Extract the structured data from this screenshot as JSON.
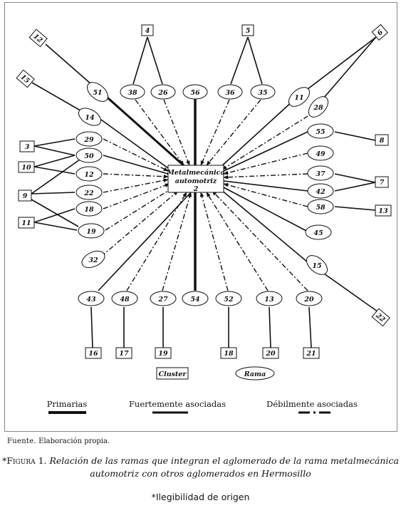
{
  "center": {
    "line1": "Metalmecánica",
    "line2": "automotriz",
    "line3": "2"
  },
  "squares": [
    {
      "id": "sq-4",
      "label": "4"
    },
    {
      "id": "sq-5",
      "label": "5"
    },
    {
      "id": "sq-12",
      "label": "12"
    },
    {
      "id": "sq-6",
      "label": "6"
    },
    {
      "id": "sq-15",
      "label": "15"
    },
    {
      "id": "sq-3",
      "label": "3"
    },
    {
      "id": "sq-10",
      "label": "10"
    },
    {
      "id": "sq-9",
      "label": "9"
    },
    {
      "id": "sq-11",
      "label": "11"
    },
    {
      "id": "sq-8",
      "label": "8"
    },
    {
      "id": "sq-7",
      "label": "7"
    },
    {
      "id": "sq-13",
      "label": "13"
    },
    {
      "id": "sq-22",
      "label": "22"
    },
    {
      "id": "sq-16",
      "label": "16"
    },
    {
      "id": "sq-17",
      "label": "17"
    },
    {
      "id": "sq-19",
      "label": "19"
    },
    {
      "id": "sq-18",
      "label": "18"
    },
    {
      "id": "sq-20",
      "label": "20"
    },
    {
      "id": "sq-21",
      "label": "21"
    }
  ],
  "ellipses": [
    {
      "id": "el-51",
      "label": "51"
    },
    {
      "id": "el-38",
      "label": "38"
    },
    {
      "id": "el-26",
      "label": "26"
    },
    {
      "id": "el-56",
      "label": "56"
    },
    {
      "id": "el-36",
      "label": "36"
    },
    {
      "id": "el-35",
      "label": "35"
    },
    {
      "id": "el-11",
      "label": "11"
    },
    {
      "id": "el-28",
      "label": "28"
    },
    {
      "id": "el-14",
      "label": "14"
    },
    {
      "id": "el-55",
      "label": "55"
    },
    {
      "id": "el-29",
      "label": "29"
    },
    {
      "id": "el-50",
      "label": "50"
    },
    {
      "id": "el-49",
      "label": "49"
    },
    {
      "id": "el-12",
      "label": "12"
    },
    {
      "id": "el-37",
      "label": "37"
    },
    {
      "id": "el-22",
      "label": "22"
    },
    {
      "id": "el-42",
      "label": "42"
    },
    {
      "id": "el-18",
      "label": "18"
    },
    {
      "id": "el-58",
      "label": "58"
    },
    {
      "id": "el-19",
      "label": "19"
    },
    {
      "id": "el-45",
      "label": "45"
    },
    {
      "id": "el-32",
      "label": "32"
    },
    {
      "id": "el-15",
      "label": "15"
    },
    {
      "id": "el-43",
      "label": "43"
    },
    {
      "id": "el-48",
      "label": "48"
    },
    {
      "id": "el-27",
      "label": "27"
    },
    {
      "id": "el-54",
      "label": "54"
    },
    {
      "id": "el-52",
      "label": "52"
    },
    {
      "id": "el-13",
      "label": "13"
    },
    {
      "id": "el-20",
      "label": "20"
    }
  ],
  "shape_legend": {
    "cluster": "Cluster",
    "rama": "Rama"
  },
  "legend": {
    "primarias": "Primarias",
    "fuertemente": "Fuertemente asociadas",
    "debilmente": "Débilmente asociadas"
  },
  "source": {
    "label": "Fuente.",
    "text": "Elaboración propia."
  },
  "caption": {
    "marker": "*",
    "figure": "Figura 1.",
    "text": "Relación de las ramas que integran el aglomerado de la rama metalmecánica automotriz con otros aglomerados en Hermosillo"
  },
  "note": "*Ilegibilidad de origen"
}
